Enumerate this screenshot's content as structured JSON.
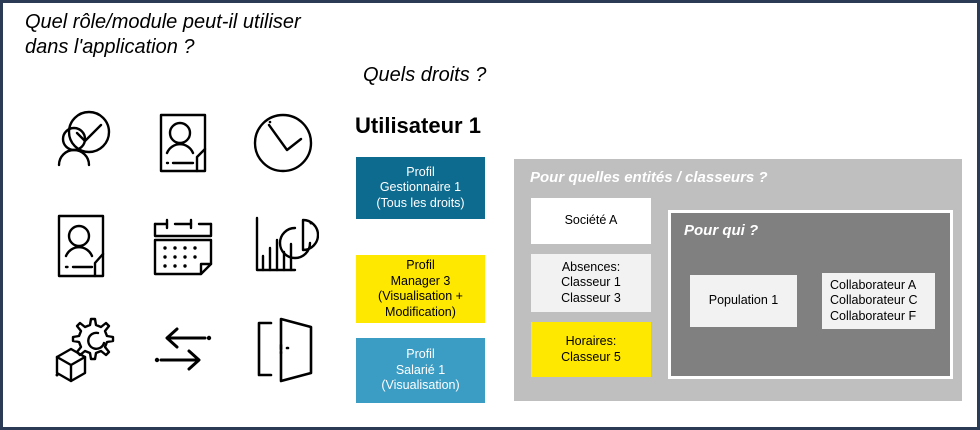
{
  "diagram": {
    "border_color": "#2b3a55",
    "questions": {
      "role_module": "Quel rôle/module peut-il utiliser\ndans l'application ?",
      "rights": "Quels droits ?"
    },
    "user_title": "Utilisateur 1",
    "icons": [
      {
        "name": "user-check-icon",
        "label": "Utilisateur validé"
      },
      {
        "name": "id-badge-icon",
        "label": "Badge / carte d'identité"
      },
      {
        "name": "clock-icon",
        "label": "Horloge"
      },
      {
        "name": "person-document-icon",
        "label": "Dossier collaborateur"
      },
      {
        "name": "calendar-icon",
        "label": "Calendrier"
      },
      {
        "name": "bar-pie-chart-icon",
        "label": "Statistiques"
      },
      {
        "name": "cube-gear-icon",
        "label": "Module / paramètres"
      },
      {
        "name": "exchange-arrows-icon",
        "label": "Échanges / transferts"
      },
      {
        "name": "open-door-icon",
        "label": "Accès / sortie"
      }
    ],
    "profiles": [
      {
        "text": "Profil\nGestionnaire 1\n(Tous les droits)",
        "bg": "#0c6b8e",
        "fg": "#ffffff"
      },
      {
        "text": "Profil\nManager 3\n(Visualisation +\nModification)",
        "bg": "#ffe800",
        "fg": "#000000"
      },
      {
        "text": "Profil\nSalarié 1\n(Visualisation)",
        "bg": "#3b9cc4",
        "fg": "#ffffff"
      }
    ],
    "entities_panel": {
      "title": "Pour quelles entités / classeurs ?",
      "bg": "#bfbfbf",
      "boxes": [
        {
          "text": "Société A",
          "bg": "#ffffff"
        },
        {
          "text": "Absences:\nClasseur 1\nClasseur 3",
          "bg": "#f2f2f2"
        },
        {
          "text": "Horaires:\nClasseur 5",
          "bg": "#ffe800"
        }
      ],
      "who_panel": {
        "title": "Pour qui ?",
        "bg": "#808080",
        "boxes": [
          {
            "text": "Population 1",
            "bg": "#f2f2f2"
          },
          {
            "text": "Collaborateur A\nCollaborateur C\nCollaborateur F",
            "bg": "#f2f2f2"
          }
        ]
      }
    }
  }
}
